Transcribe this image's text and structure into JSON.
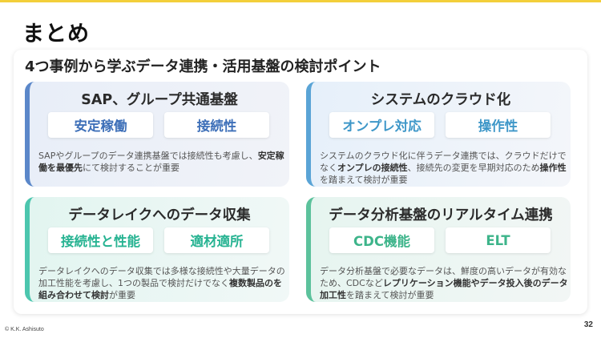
{
  "colors": {
    "accent_bar": "#f3cf3a",
    "sap": "#5b87c9",
    "cloud": "#5aa4d6",
    "lake": "#4cc6ae",
    "dwh": "#5cc29c"
  },
  "slide": {
    "title": "まとめ",
    "panel_title": "4つ事例から学ぶデータ連携・活用基盤の検討ポイント",
    "copyright": "© K.K. Ashisuto",
    "page_number": "32"
  },
  "cards": [
    {
      "title": "SAP、グループ共通基盤",
      "chips": [
        "安定稼働",
        "接続性"
      ],
      "desc": [
        {
          "t": "SAPやグループのデータ連携基盤では接続性も考慮し、"
        },
        {
          "t": "安定稼働を最優先",
          "b": true
        },
        {
          "t": "にて検討することが重要"
        }
      ]
    },
    {
      "title": "システムのクラウド化",
      "chips": [
        "オンプレ対応",
        "操作性"
      ],
      "desc": [
        {
          "t": "システムのクラウド化に伴うデータ連携では、クラウドだけでなく"
        },
        {
          "t": "オンプレの接続性",
          "b": true
        },
        {
          "t": "、接続先の変更を早期対応のため"
        },
        {
          "t": "操作性",
          "b": true
        },
        {
          "t": "を踏まえて検討が重要"
        }
      ]
    },
    {
      "title": "データレイクへのデータ収集",
      "chips": [
        "接続性と性能",
        "適材適所"
      ],
      "desc": [
        {
          "t": "データレイクへのデータ収集では多様な接続性や大量データの加工性能を考慮し、1つの製品で検討だけでなく"
        },
        {
          "t": "複数製品のを組み合わせて検討",
          "b": true
        },
        {
          "t": "が重要"
        }
      ]
    },
    {
      "title": "データ分析基盤のリアルタイム連携",
      "chips": [
        "CDC機能",
        "ELT"
      ],
      "desc": [
        {
          "t": "データ分析基盤で必要なデータは、鮮度の高いデータが有効なため、CDCなど"
        },
        {
          "t": "レプリケーション機能",
          "b": true
        },
        {
          "t": "やデータ投入後のデータ加工性",
          "b": true
        },
        {
          "t": "を踏まえて検討が重要"
        }
      ]
    }
  ]
}
